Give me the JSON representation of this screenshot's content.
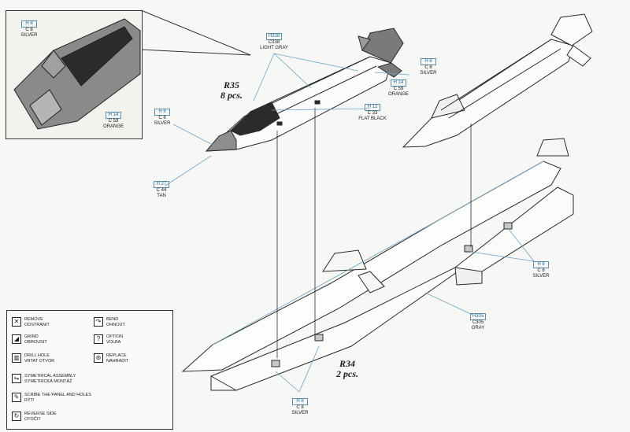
{
  "parts": {
    "r35": {
      "id": "R35",
      "qty": "8 pcs."
    },
    "r34": {
      "id": "R34",
      "qty": "2 pcs."
    }
  },
  "callouts": {
    "inset_silver": {
      "h": "H 8",
      "c": "C 8",
      "name": "SILVER"
    },
    "inset_orange": {
      "h": "H 14",
      "c": "C 59",
      "name": "ORANGE"
    },
    "light_gray": {
      "h": "H338",
      "c": "C338",
      "name": "LIGHT GRAY"
    },
    "top_silver": {
      "h": "H 8",
      "c": "C 8",
      "name": "SILVER"
    },
    "orange": {
      "h": "H 14",
      "c": "C 59",
      "name": "ORANGE"
    },
    "flat_black": {
      "h": "H 12",
      "c": "C 33",
      "name": "FLAT BLACK"
    },
    "nose_silver": {
      "h": "H 8",
      "c": "C 8",
      "name": "SILVER"
    },
    "tan": {
      "h": "H 27",
      "c": "C 44",
      "name": "TAN"
    },
    "rail_silver_right": {
      "h": "H 8",
      "c": "C 8",
      "name": "SILVER"
    },
    "gray": {
      "h": "H305",
      "c": "C305",
      "name": "GRAY"
    },
    "rail_silver_bottom": {
      "h": "H 8",
      "c": "C 8",
      "name": "SILVER"
    }
  },
  "legend": {
    "remove": {
      "icon": "remove-icon",
      "l1": "REMOVE",
      "l2": "ODSTRANIT"
    },
    "bend": {
      "icon": "bend-icon",
      "l1": "BEND",
      "l2": "OHNOUT"
    },
    "grind": {
      "icon": "grind-icon",
      "l1": "GRIND",
      "l2": "OBROUSIT"
    },
    "option": {
      "icon": "option-icon",
      "l1": "OPTION",
      "l2": "VOLBA"
    },
    "drill": {
      "icon": "drill-icon",
      "l1": "DRILL HOLE",
      "l2": "VRTAT OTVOR"
    },
    "replace": {
      "icon": "replace-icon",
      "l1": "REPLACE",
      "l2": "NAHRADIT"
    },
    "symmetrical": {
      "icon": "symmetrical-icon",
      "l1": "SYMETRICAL ASSEMBLY",
      "l2": "SYMETRICKÁ MONTÁŽ"
    },
    "scribe": {
      "icon": "scribe-icon",
      "l1": "SCRIBE THE PANEL AND HOLES",
      "l2": "RÝT!"
    },
    "reverse": {
      "icon": "reverse-icon",
      "l1": "REVERSE SIDE",
      "l2": "OTOČIT"
    }
  },
  "colors": {
    "line": "#2a2a2a",
    "leader": "#6fa3c4",
    "black_part": "#2b2b2b",
    "nose": "#8a8a8a",
    "orange_dark": "#555"
  }
}
